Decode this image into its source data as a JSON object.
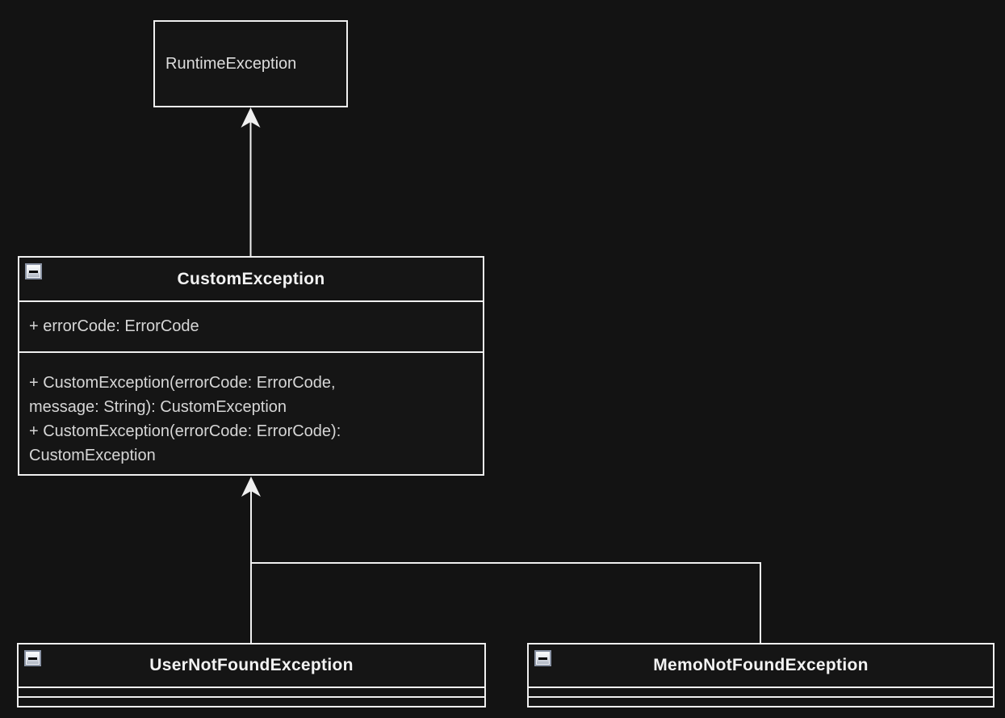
{
  "diagram": {
    "type": "uml-class-diagram",
    "theme": "dark",
    "colors": {
      "background": "#131313",
      "box_fill": "#151515",
      "stroke": "#efefef",
      "body_text": "#d6d6d6",
      "title_text": "#f2f2f2",
      "collapse_button_border": "#8a93a4"
    },
    "classes": {
      "runtime_exception": {
        "name": "RuntimeException"
      },
      "custom_exception": {
        "name": "CustomException",
        "attributes": [
          "+ errorCode: ErrorCode"
        ],
        "method_lines": [
          "+ CustomException(errorCode: ErrorCode,",
          "message: String): CustomException",
          "+ CustomException(errorCode: ErrorCode):",
          "CustomException"
        ]
      },
      "user_not_found_exception": {
        "name": "UserNotFoundException"
      },
      "memo_not_found_exception": {
        "name": "MemoNotFoundException"
      }
    },
    "relations": [
      {
        "from": "CustomException",
        "to": "RuntimeException",
        "type": "inheritance"
      },
      {
        "from": "UserNotFoundException",
        "to": "CustomException",
        "type": "inheritance"
      },
      {
        "from": "MemoNotFoundException",
        "to": "CustomException",
        "type": "inheritance"
      }
    ],
    "icons": {
      "collapse": "minus-icon"
    }
  }
}
